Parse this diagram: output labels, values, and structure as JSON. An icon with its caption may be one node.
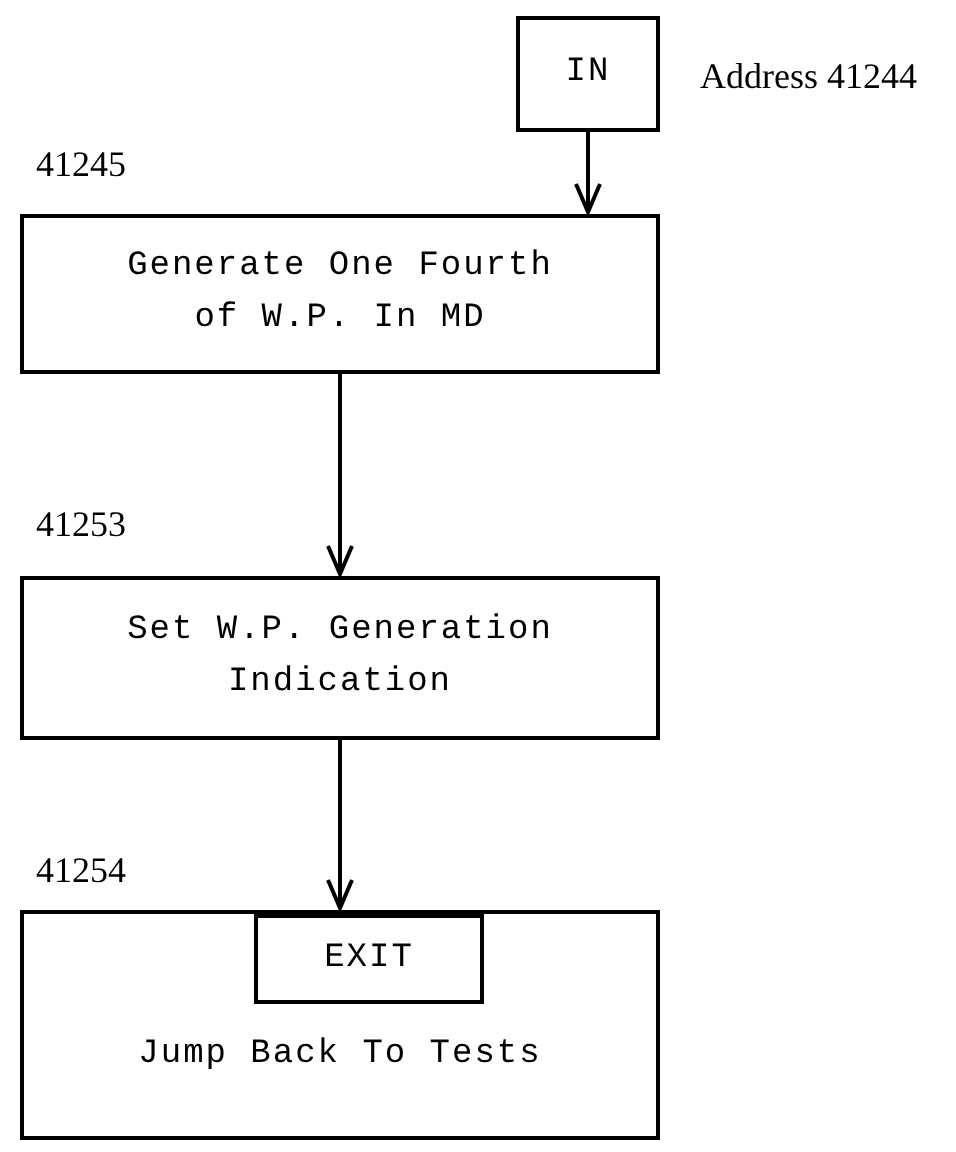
{
  "diagram": {
    "nodes": [
      {
        "text": [
          "IN"
        ],
        "beside": [
          "Address 41244"
        ]
      },
      {
        "text": [
          "Generate One Fourth of W.P. In MD"
        ],
        "beside": [
          "41245"
        ]
      },
      {
        "text": [
          "Set W.P. Generation Indication"
        ],
        "beside": [
          "41253"
        ]
      },
      {
        "text": [
          "Jump Back To Tests"
        ],
        "beside": [
          "41254"
        ]
      },
      {
        "text": [
          "EXIT"
        ],
        "in": 3
      }
    ],
    "edges": [
      {
        "from": 0,
        "to": 1,
        "arrow": "to"
      },
      {
        "from": 1,
        "to": 2,
        "arrow": "to"
      },
      {
        "from": 2,
        "to": 3,
        "arrow": "to"
      }
    ]
  }
}
